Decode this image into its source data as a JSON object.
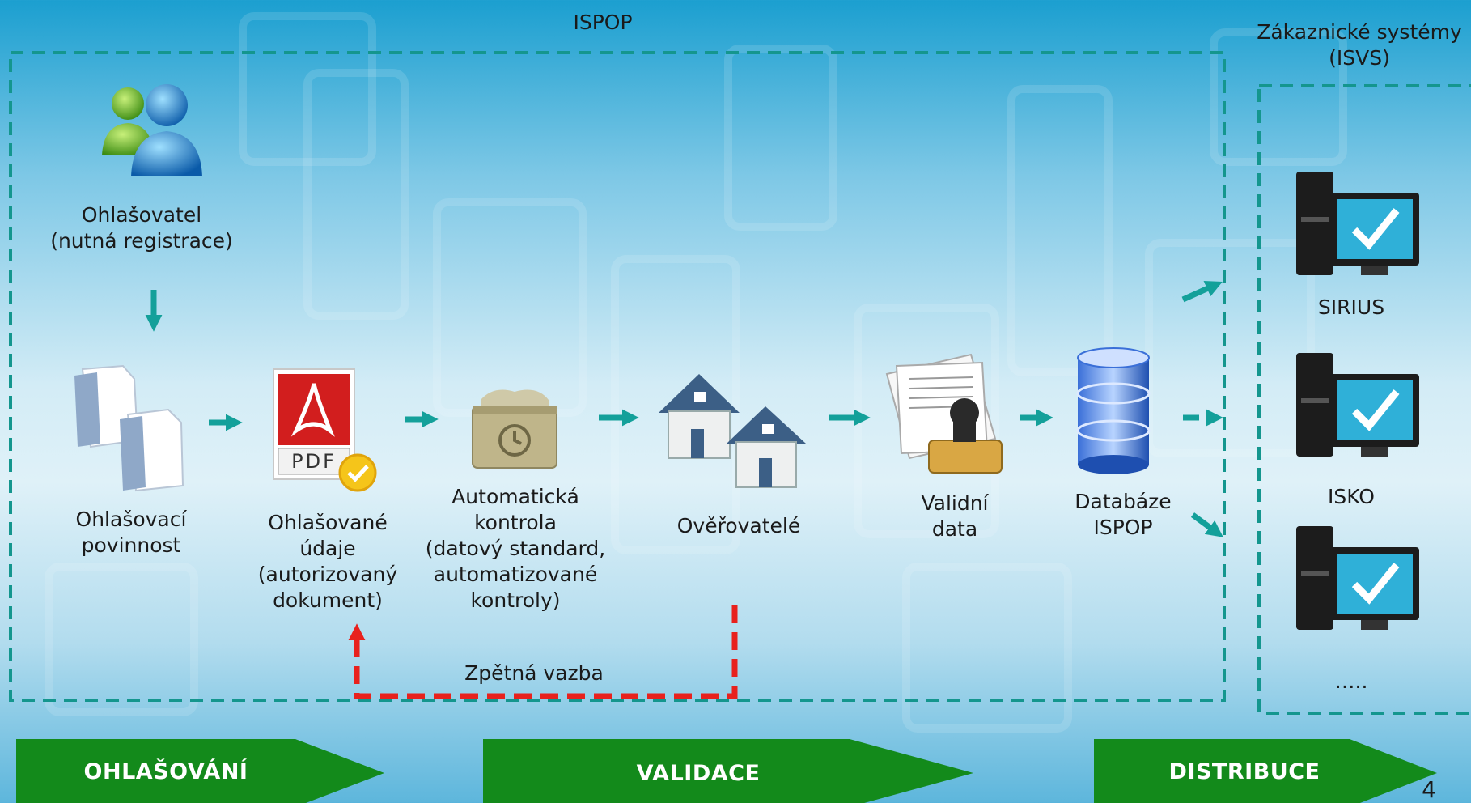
{
  "regions": {
    "ispop_title": "ISPOP",
    "customer_title_line1": "Zákaznické systémy",
    "customer_title_line2": "(ISVS)"
  },
  "nodes": {
    "reporter": {
      "line1": "Ohlašovatel",
      "line2": "(nutná registrace)"
    },
    "obligation": {
      "line1": "Ohlašovací",
      "line2": "povinnost"
    },
    "reported_data": {
      "line1": "Ohlašované",
      "line2": "údaje",
      "line3": "(autorizovaný",
      "line4": "dokument)"
    },
    "auto_check": {
      "line1": "Automatická",
      "line2": "kontrola",
      "line3": "(datový standard,",
      "line4": "automatizované",
      "line5": "kontroly)"
    },
    "verifiers": {
      "line1": "Ověřovatelé"
    },
    "valid_data": {
      "line1": "Validní",
      "line2": "data"
    },
    "database": {
      "line1": "Databáze",
      "line2": "ISPOP"
    },
    "feedback": {
      "line1": "Zpětná vazba"
    },
    "pdf_badge": "PDF"
  },
  "systems": [
    {
      "label": "SIRIUS"
    },
    {
      "label": "ISKO"
    },
    {
      "label": "….."
    }
  ],
  "phases": [
    {
      "label": "OHLAŠOVÁNÍ"
    },
    {
      "label": "VALIDACE"
    },
    {
      "label": "DISTRIBUCE"
    }
  ],
  "page_number": "4",
  "colors": {
    "dashed_border": "#14968e",
    "arrow": "#13a09a",
    "feedback": "#e8211d",
    "phase": "#138a1b"
  }
}
